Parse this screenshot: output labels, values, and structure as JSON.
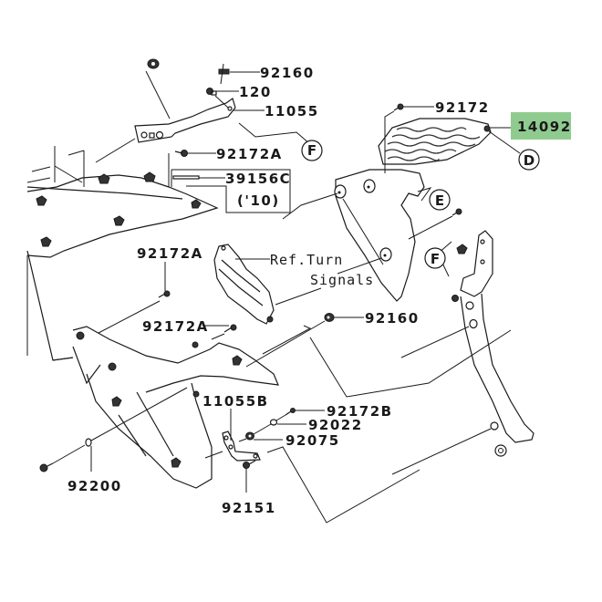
{
  "diagram": {
    "title": "",
    "highlight_color": "#8fcb8f",
    "part_labels": [
      {
        "id": "p-92160-top",
        "text": "92160"
      },
      {
        "id": "p-120",
        "text": "120"
      },
      {
        "id": "p-11055",
        "text": "11055"
      },
      {
        "id": "p-92172A-top",
        "text": "92172A"
      },
      {
        "id": "p-39156C",
        "text": "39156C"
      },
      {
        "id": "p-39156C-note",
        "text": "('10)"
      },
      {
        "id": "p-92172",
        "text": "92172"
      },
      {
        "id": "p-14092",
        "text": "14092",
        "highlighted": true
      },
      {
        "id": "p-92172A-mid",
        "text": "92172A"
      },
      {
        "id": "p-ref-turn-1",
        "text": "Ref.Turn"
      },
      {
        "id": "p-ref-turn-2",
        "text": "Signals"
      },
      {
        "id": "p-92172A-low",
        "text": "92172A"
      },
      {
        "id": "p-92160-mid",
        "text": "92160"
      },
      {
        "id": "p-11055B",
        "text": "11055B"
      },
      {
        "id": "p-92172B",
        "text": "92172B"
      },
      {
        "id": "p-92022",
        "text": "92022"
      },
      {
        "id": "p-92075",
        "text": "92075"
      },
      {
        "id": "p-92200",
        "text": "92200"
      },
      {
        "id": "p-92151",
        "text": "92151"
      }
    ],
    "reference_markers": [
      {
        "id": "ref-F-top",
        "text": "F"
      },
      {
        "id": "ref-D",
        "text": "D"
      },
      {
        "id": "ref-E",
        "text": "E"
      },
      {
        "id": "ref-F-right",
        "text": "F"
      }
    ]
  }
}
